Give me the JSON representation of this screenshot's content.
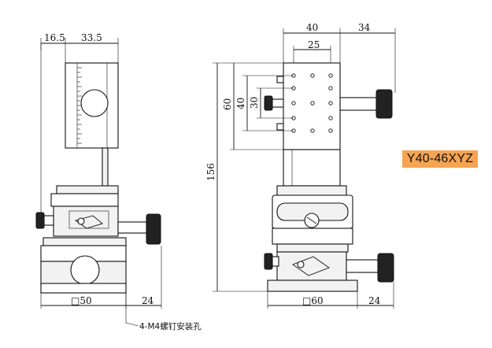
{
  "model_label": "Y40-46XYZ",
  "left_view": {
    "top_dims": [
      "16.5",
      "33.5"
    ],
    "bottom_dims": [
      "□50",
      "24"
    ],
    "note": "4-M4螺钉安装孔"
  },
  "right_view": {
    "top_dims": [
      "40",
      "25",
      "34"
    ],
    "left_dims": [
      "156",
      "60",
      "40",
      "30"
    ],
    "bottom_dims": [
      "□60",
      "24"
    ]
  }
}
